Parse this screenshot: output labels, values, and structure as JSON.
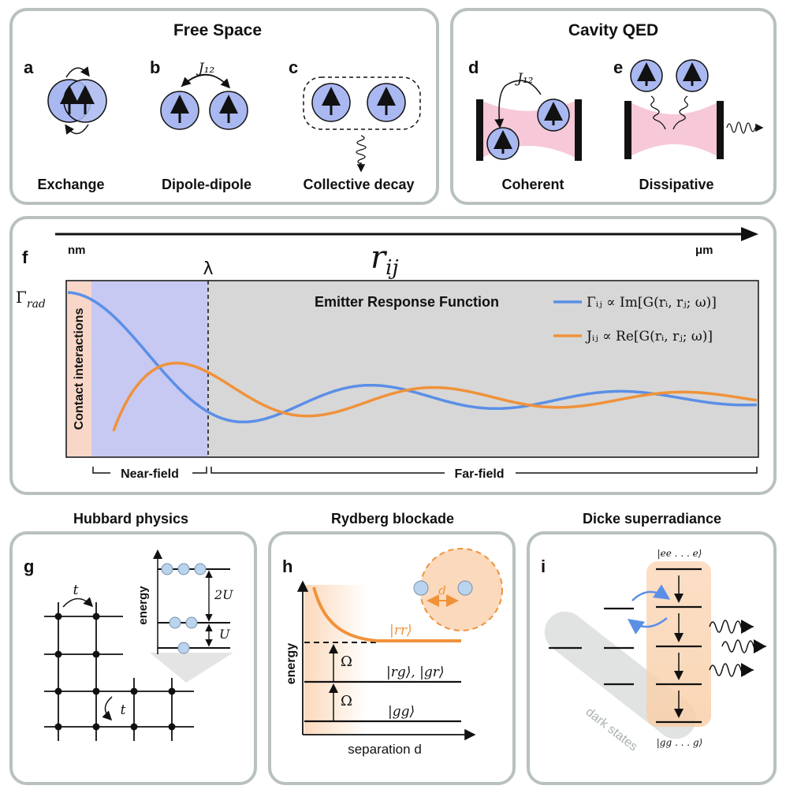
{
  "colors": {
    "panel_border": "#b9c0c0",
    "atom_fill": "#a9b8f0",
    "blue_curve": "#5b8fe6",
    "orange_curve": "#f0923a",
    "cavity_pink": "#f6c8d8",
    "near_field": "#c7c9f3",
    "far_field": "#d7d7d7",
    "contact": "#f8d6c8",
    "orange_fill": "#fbd9bc"
  },
  "top_left": {
    "title": "Free Space",
    "a": {
      "letter": "a",
      "caption": "Exchange"
    },
    "b": {
      "letter": "b",
      "caption": "Dipole-dipole",
      "coupling": "J₁₂"
    },
    "c": {
      "letter": "c",
      "caption": "Collective decay"
    }
  },
  "top_right": {
    "title": "Cavity QED",
    "d": {
      "letter": "d",
      "caption": "Coherent",
      "coupling": "J₁₂"
    },
    "e": {
      "letter": "e",
      "caption": "Dissipative"
    }
  },
  "middle": {
    "letter": "f",
    "axis_left": "nm",
    "axis_right": "μm",
    "axis_var": "r",
    "axis_var_sub": "ij",
    "lambda": "λ",
    "gamma_rad": "Γ",
    "gamma_rad_sub": "rad",
    "box_title": "Emitter Response Function",
    "legend_gamma": "Γᵢⱼ ∝ Im[G(rᵢ, rⱼ; ω)]",
    "legend_j": "Jᵢⱼ ∝ Re[G(rᵢ, rⱼ; ω)]",
    "contact_label": "Contact interactions",
    "near_field": "Near-field",
    "far_field": "Far-field"
  },
  "bottom": {
    "g": {
      "letter": "g",
      "title": "Hubbard physics",
      "hop": "t",
      "energy": "energy",
      "two_u": "2U",
      "u": "U"
    },
    "h": {
      "letter": "h",
      "title": "Rydberg blockade",
      "energy": "energy",
      "separation": "separation d",
      "rr": "|rr⟩",
      "rg": "|rg⟩,  |gr⟩",
      "gg": "|gg⟩",
      "omega": "Ω",
      "d": "d"
    },
    "i": {
      "letter": "i",
      "title": "Dicke superradiance",
      "top_state": "|ee . . . e⟩",
      "bottom_state": "|gg . . . g⟩",
      "dark": "dark states"
    }
  }
}
